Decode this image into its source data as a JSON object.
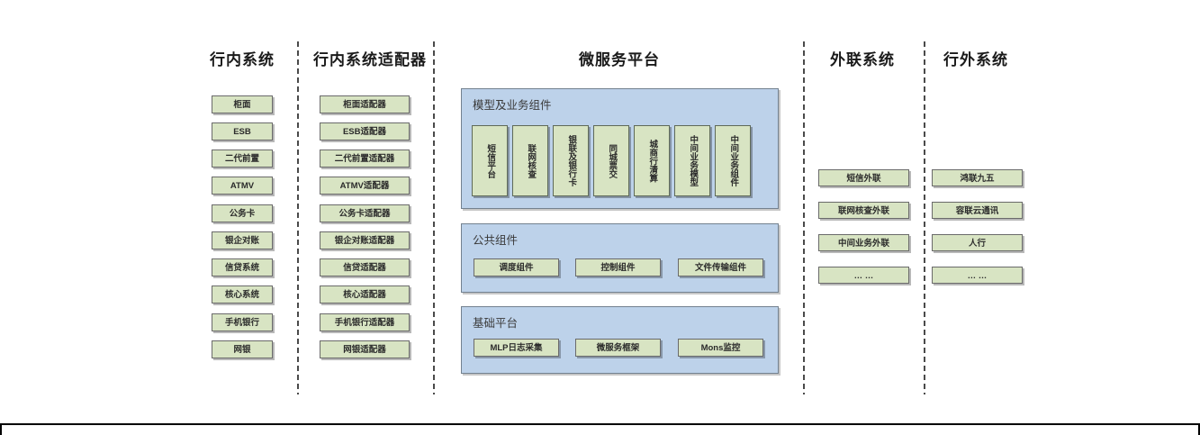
{
  "diagram": {
    "columns": [
      {
        "title": "行内系统",
        "items": [
          "柜面",
          "ESB",
          "二代前置",
          "ATMV",
          "公务卡",
          "银企对账",
          "信贷系统",
          "核心系统",
          "手机银行",
          "网银"
        ]
      },
      {
        "title": "行内系统适配器",
        "items": [
          "柜面适配器",
          "ESB适配器",
          "二代前置适配器",
          "ATMV适配器",
          "公务卡适配器",
          "银企对账适配器",
          "信贷适配器",
          "核心适配器",
          "手机银行适配器",
          "网银适配器"
        ]
      }
    ],
    "platform": {
      "title": "微服务平台",
      "groups": [
        {
          "title": "模型及业务组件",
          "items": [
            "短信平台",
            "联网核查",
            "银联及银行卡",
            "同城票交",
            "城商行清算",
            "中间业务模型",
            "中间业务组件"
          ]
        },
        {
          "title": "公共组件",
          "items": [
            "调度组件",
            "控制组件",
            "文件传输组件"
          ]
        },
        {
          "title": "基础平台",
          "items": [
            "MLP日志采集",
            "微服务框架",
            "Mons监控"
          ]
        }
      ]
    },
    "external_column": {
      "title": "外联系统",
      "items": [
        "短信外联",
        "联网核查外联",
        "中间业务外联",
        "… …"
      ]
    },
    "outside_column": {
      "title": "行外系统",
      "items": [
        "鸿联九五",
        "容联云通讯",
        "人行",
        "… …"
      ]
    },
    "colors": {
      "box_fill": "#d8e4c3",
      "box_border": "#6a6a6a",
      "container_fill": "#bdd2ea",
      "container_border": "#73818f"
    }
  }
}
